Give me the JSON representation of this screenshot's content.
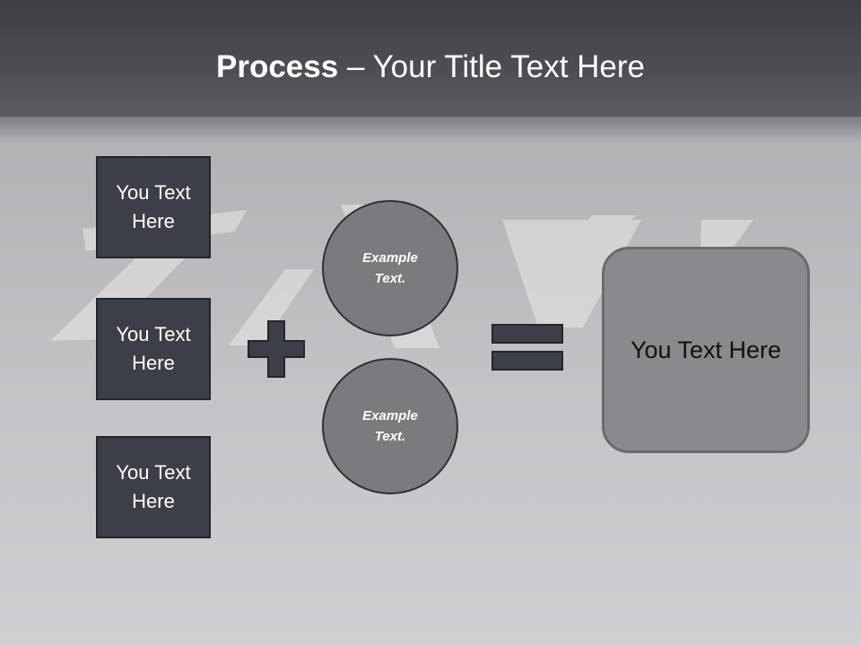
{
  "slide": {
    "title_bold": "Process",
    "title_rest": " – Your Title Text Here"
  },
  "inputs": [
    {
      "label": "You Text Here"
    },
    {
      "label": "You Text Here"
    },
    {
      "label": "You Text Here"
    }
  ],
  "examples": [
    {
      "label": "Example Text."
    },
    {
      "label": "Example Text."
    }
  ],
  "result": {
    "label": "You Text Here"
  },
  "operators": {
    "plus": "plus-icon",
    "equals": "equals-icon"
  },
  "colors": {
    "header": "#45474c",
    "dark_box": "#3c3f45",
    "circle": "#7a7b7e",
    "result_box": "#898a8d",
    "background": "#bfc0c3"
  }
}
